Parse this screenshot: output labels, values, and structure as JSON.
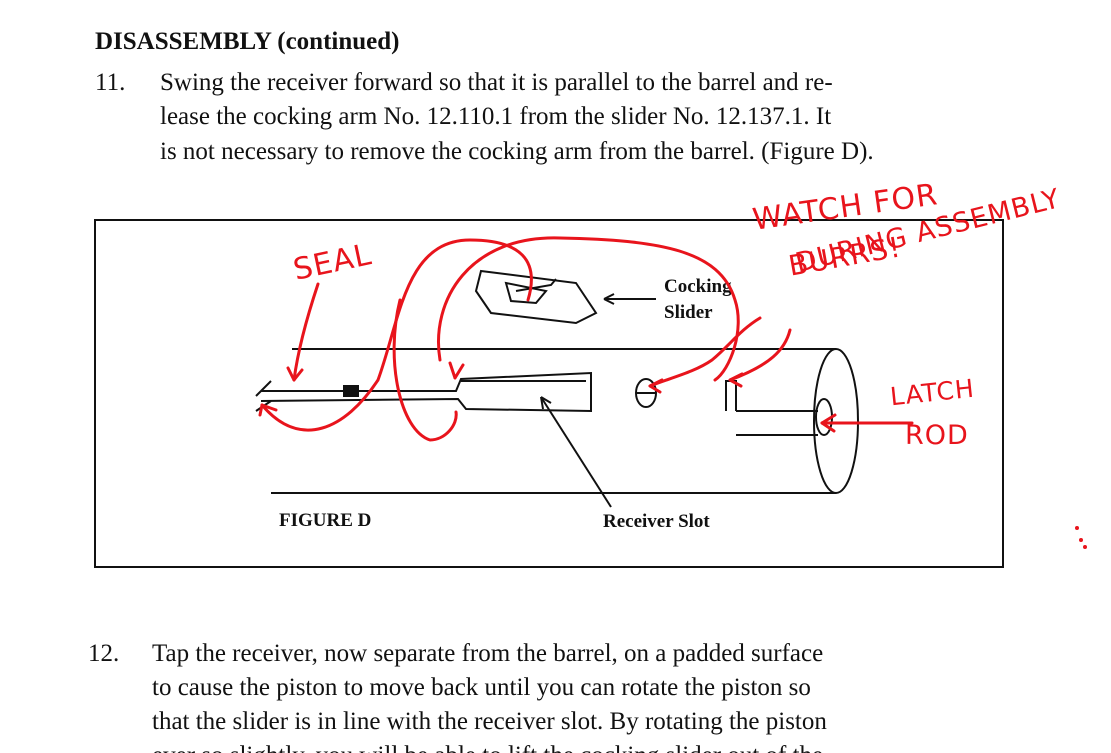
{
  "document": {
    "heading": "DISASSEMBLY (continued)",
    "step11": {
      "number": "11.",
      "lines": [
        "Swing the receiver forward so that it is parallel to the barrel and re-",
        "lease the cocking arm No. 12.110.1 from the slider No. 12.137.1.  It",
        "is not necessary to remove the cocking arm from the barrel.  (Figure D)."
      ]
    },
    "figure": {
      "caption": "FIGURE D",
      "label_cocking_1": "Cocking",
      "label_cocking_2": "Slider",
      "label_receiver_slot": "Receiver Slot"
    },
    "step12": {
      "number": "12.",
      "lines": [
        "Tap the receiver, now separate from the barrel, on a padded surface",
        "to cause the piston to move back until you can rotate the piston so",
        "that the slider is in line with the receiver slot.  By rotating the piston",
        "ever so slightly, you will be able to lift the cocking slider out of the"
      ]
    }
  },
  "annotations": {
    "seal": "SEAL",
    "watch_for": "WATCH FOR",
    "burrs": "BURRS!",
    "during_assembly": "DURING ASSEMBLY",
    "latch": "LATCH",
    "rod": "ROD",
    "ink_color": "#e8141c"
  }
}
